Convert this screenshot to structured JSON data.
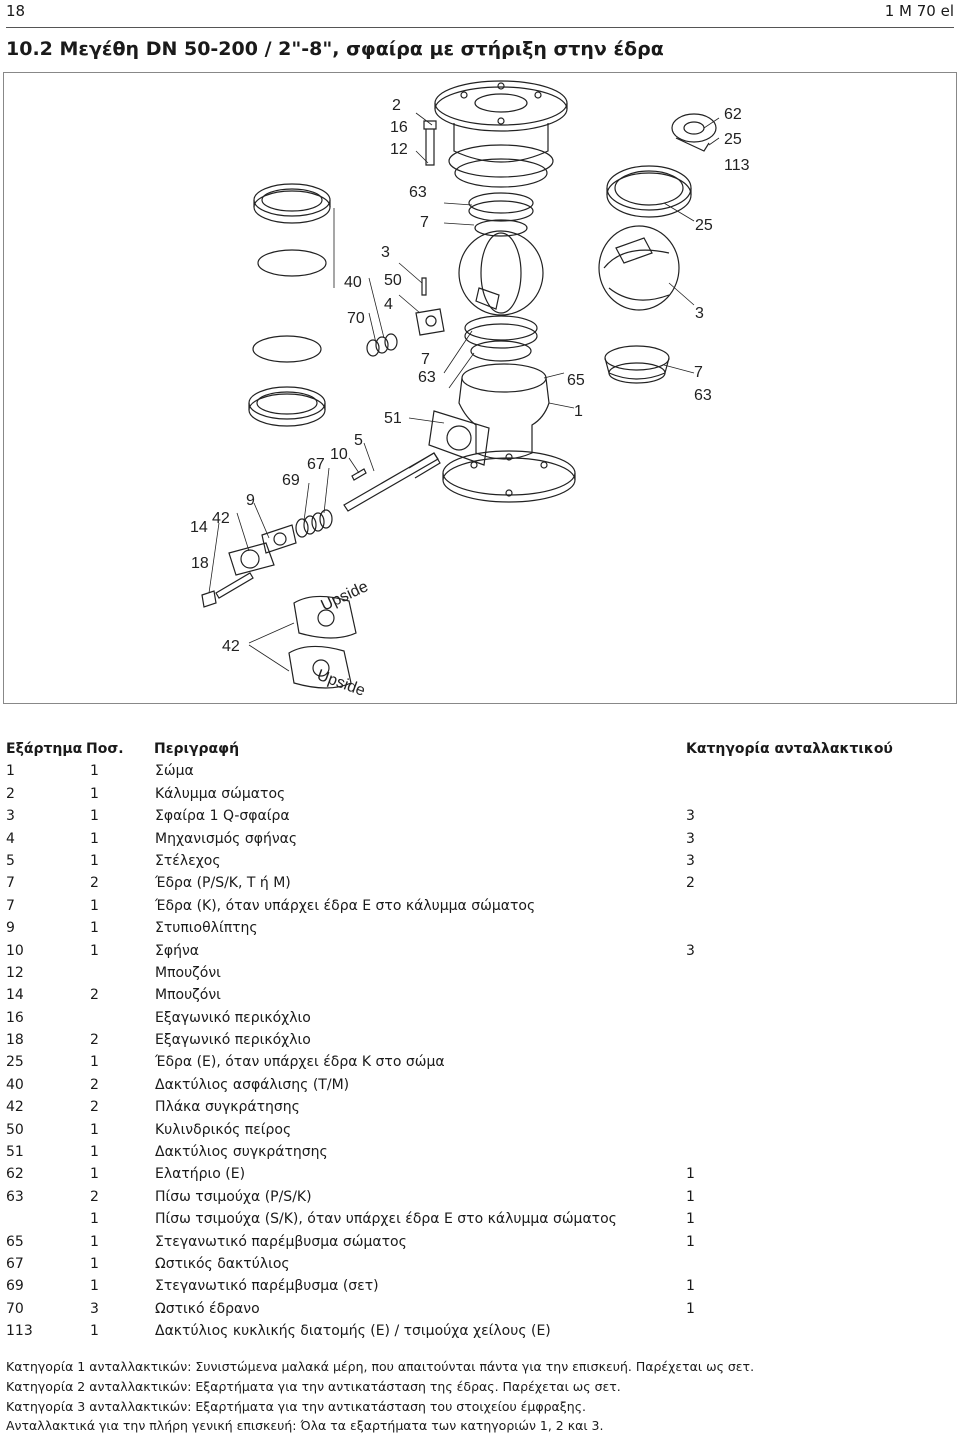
{
  "header": {
    "page_number": "18",
    "doc_ref": "1 M 70 el"
  },
  "section": {
    "title": "10.2   Μεγέθη DN 50-200 / 2\"-8\", σφαίρα με στήριξη στην έδρα"
  },
  "figure": {
    "callouts": {
      "c2": "2",
      "c16": "16",
      "c12": "12",
      "c63a": "63",
      "c7a": "7",
      "c62": "62",
      "c25a": "25",
      "c113": "113",
      "c25b": "25",
      "c3a": "3",
      "c40": "40",
      "c50": "50",
      "c4": "4",
      "c70": "70",
      "c3b": "3",
      "c7b": "7",
      "c63b": "63",
      "c65": "65",
      "c1": "1",
      "c7c": "7",
      "c63c": "63",
      "c51": "51",
      "c5": "5",
      "c10": "10",
      "c67": "67",
      "c69": "69",
      "c9": "9",
      "c14": "14",
      "c42a": "42",
      "c18": "18",
      "c42b": "42"
    },
    "plate_text": "Upside"
  },
  "table": {
    "headers": {
      "part": "Εξάρτημα",
      "qty": "Ποσ.",
      "desc": "Περιγραφή",
      "cat": "Κατηγορία ανταλλακτικού"
    },
    "rows": [
      {
        "part": "1",
        "qty": "1",
        "desc": "Σώμα",
        "cat": ""
      },
      {
        "part": "2",
        "qty": "1",
        "desc": "Κάλυμμα σώματος",
        "cat": ""
      },
      {
        "part": "3",
        "qty": "1",
        "desc": "Σφαίρα 1 Q-σφαίρα",
        "cat": "3"
      },
      {
        "part": "4",
        "qty": "1",
        "desc": "Μηχανισμός σφήνας",
        "cat": "3"
      },
      {
        "part": "5",
        "qty": "1",
        "desc": "Στέλεχος",
        "cat": "3"
      },
      {
        "part": "7",
        "qty": "2",
        "desc": "Έδρα (P/S/K, T ή M)",
        "cat": "2"
      },
      {
        "part": "7",
        "qty": "1",
        "desc": "Έδρα (K), όταν υπάρχει έδρα E στο κάλυμμα σώματος",
        "cat": ""
      },
      {
        "part": "9",
        "qty": "1",
        "desc": "Στυπιοθλίπτης",
        "cat": ""
      },
      {
        "part": "10",
        "qty": "1",
        "desc": "Σφήνα",
        "cat": "3"
      },
      {
        "part": "12",
        "qty": "",
        "desc": "Μπουζόνι",
        "cat": ""
      },
      {
        "part": "14",
        "qty": "2",
        "desc": "Μπουζόνι",
        "cat": ""
      },
      {
        "part": "16",
        "qty": "",
        "desc": "Εξαγωνικό περικόχλιο",
        "cat": ""
      },
      {
        "part": "18",
        "qty": "2",
        "desc": "Εξαγωνικό περικόχλιο",
        "cat": ""
      },
      {
        "part": "25",
        "qty": "1",
        "desc": "Έδρα (E), όταν υπάρχει έδρα K στο σώμα",
        "cat": ""
      },
      {
        "part": "40",
        "qty": "2",
        "desc": "Δακτύλιος ασφάλισης (T/M)",
        "cat": ""
      },
      {
        "part": "42",
        "qty": "2",
        "desc": "Πλάκα συγκράτησης",
        "cat": ""
      },
      {
        "part": "50",
        "qty": "1",
        "desc": "Κυλινδρικός πείρος",
        "cat": ""
      },
      {
        "part": "51",
        "qty": "1",
        "desc": "Δακτύλιος συγκράτησης",
        "cat": ""
      },
      {
        "part": "62",
        "qty": "1",
        "desc": "Ελατήριο (E)",
        "cat": "1"
      },
      {
        "part": "63",
        "qty": "2",
        "desc": "Πίσω τσιμούχα (P/S/K)",
        "cat": "1"
      },
      {
        "part": "",
        "qty": "1",
        "desc": "Πίσω τσιμούχα (S/K), όταν υπάρχει έδρα E στο κάλυμμα σώματος",
        "cat": "1"
      },
      {
        "part": "65",
        "qty": "1",
        "desc": "Στεγανωτικό παρέμβυσμα σώματος",
        "cat": "1"
      },
      {
        "part": "67",
        "qty": "1",
        "desc": "Ωστικός δακτύλιος",
        "cat": ""
      },
      {
        "part": "69",
        "qty": "1",
        "desc": "Στεγανωτικό παρέμβυσμα (σετ)",
        "cat": "1"
      },
      {
        "part": "70",
        "qty": "3",
        "desc": "Ωστικό έδρανο",
        "cat": "1"
      },
      {
        "part": "113",
        "qty": "1",
        "desc": "Δακτύλιος κυκλικής διατομής (E) / τσιμούχα χείλους (E)",
        "cat": ""
      }
    ]
  },
  "footnotes": [
    "Κατηγορία 1 ανταλλακτικών: Συνιστώμενα μαλακά μέρη, που απαιτούνται πάντα για την επισκευή. Παρέχεται ως σετ.",
    "Κατηγορία 2 ανταλλακτικών: Εξαρτήματα για την αντικατάσταση της έδρας. Παρέχεται ως σετ.",
    "Κατηγορία 3 ανταλλακτικών: Εξαρτήματα για την αντικατάσταση του στοιχείου έμφραξης.",
    "Ανταλλακτικά για την πλήρη γενική επισκευή: Όλα τα εξαρτήματα των κατηγοριών 1, 2 και 3."
  ]
}
